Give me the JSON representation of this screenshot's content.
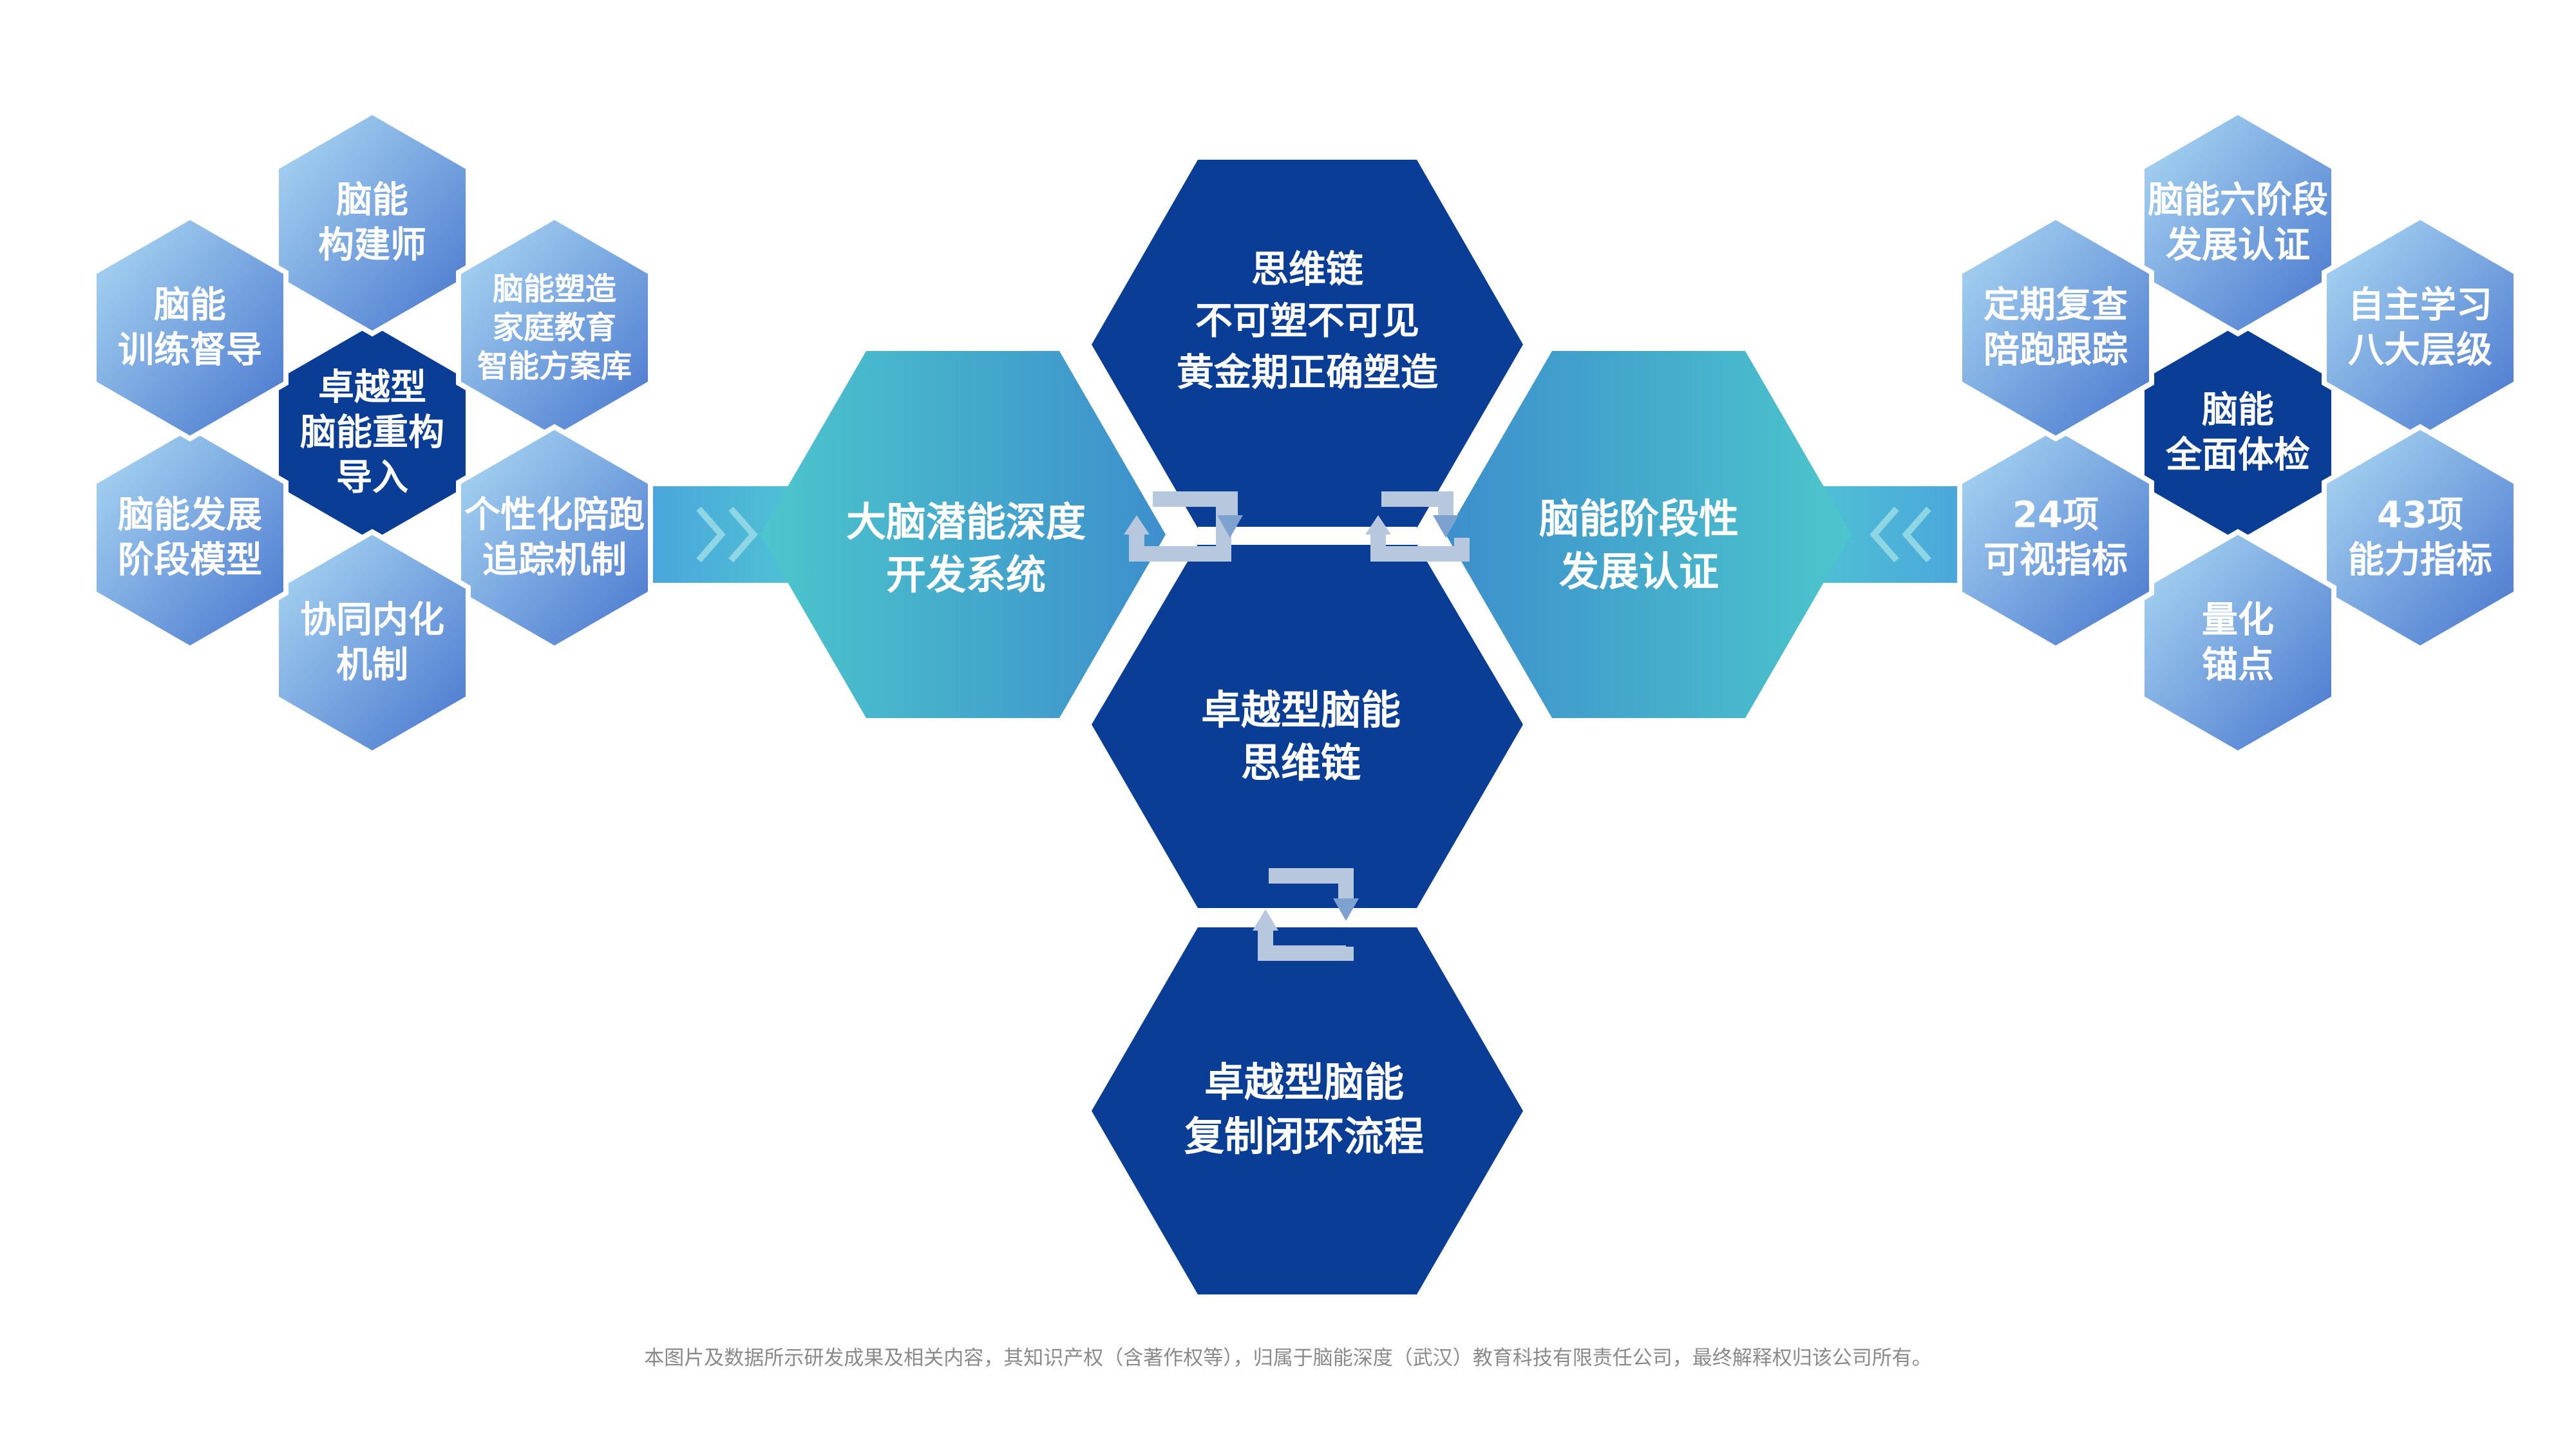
{
  "colors": {
    "dark": "#0a3d96",
    "dark2": "#133f9a",
    "teal_a": "#4cc6cc",
    "teal_b": "#3d8fcc",
    "light_a": "#a9d6f2",
    "light_b": "#4a78cf",
    "arrow": "#b7c7dd",
    "arrow_head": "#7ea2d0",
    "connector": "#7bbde2"
  },
  "center": {
    "top": [
      "思维链",
      "不可塑不可见",
      "黄金期正确塑造"
    ],
    "left": [
      "大脑潜能深度",
      "开发系统"
    ],
    "right": [
      "脑能阶段性",
      "发展认证"
    ],
    "middle": [
      "卓越型脑能",
      "思维链"
    ],
    "bottom": [
      "卓越型脑能",
      "复制闭环流程"
    ]
  },
  "left_cluster": {
    "center": [
      "卓越型",
      "脑能重构",
      "导入"
    ],
    "top": [
      "脑能",
      "构建师"
    ],
    "top_right": [
      "脑能塑造",
      "家庭教育",
      "智能方案库"
    ],
    "bottom_right": [
      "个性化陪跑",
      "追踪机制"
    ],
    "bottom": [
      "协同内化",
      "机制"
    ],
    "bottom_left": [
      "脑能发展",
      "阶段模型"
    ],
    "top_left": [
      "脑能",
      "训练督导"
    ]
  },
  "right_cluster": {
    "center": [
      "脑能",
      "全面体检"
    ],
    "top": [
      "脑能六阶段",
      "发展认证"
    ],
    "top_right": [
      "自主学习",
      "八大层级"
    ],
    "bottom_right": [
      "43项",
      "能力指标"
    ],
    "bottom": [
      "量化",
      "锚点"
    ],
    "bottom_left": [
      "24项",
      "可视指标"
    ],
    "top_left": [
      "定期复查",
      "陪跑跟踪"
    ]
  },
  "footer": "本图片及数据所示研发成果及相关内容，其知识产权（含著作权等），归属于脑能深度（武汉）教育科技有限责任公司，最终解释权归该公司所有。"
}
